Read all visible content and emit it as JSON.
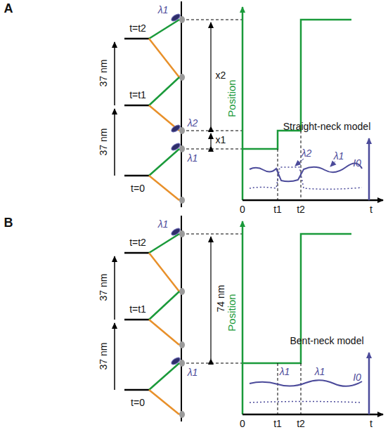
{
  "diagram": {
    "labels": [
      "A",
      "λ1",
      "37 nm",
      "t=t2",
      "37 nm",
      "t=t1",
      "λ2",
      "λ1",
      "x2",
      "x1",
      "t=0",
      "Position",
      "λ2",
      "λ1",
      "Straight-neck model",
      "I0",
      "0",
      "t1",
      "t2",
      "t",
      "B",
      "λ1",
      "37 nm",
      "t=t2",
      "37 nm",
      "t=t1",
      "λ1",
      "74 nm",
      "t=0",
      "Position",
      "Bent-neck model",
      "λ1",
      "λ1",
      "I0",
      "0",
      "t1",
      "t2",
      "t"
    ]
  }
}
